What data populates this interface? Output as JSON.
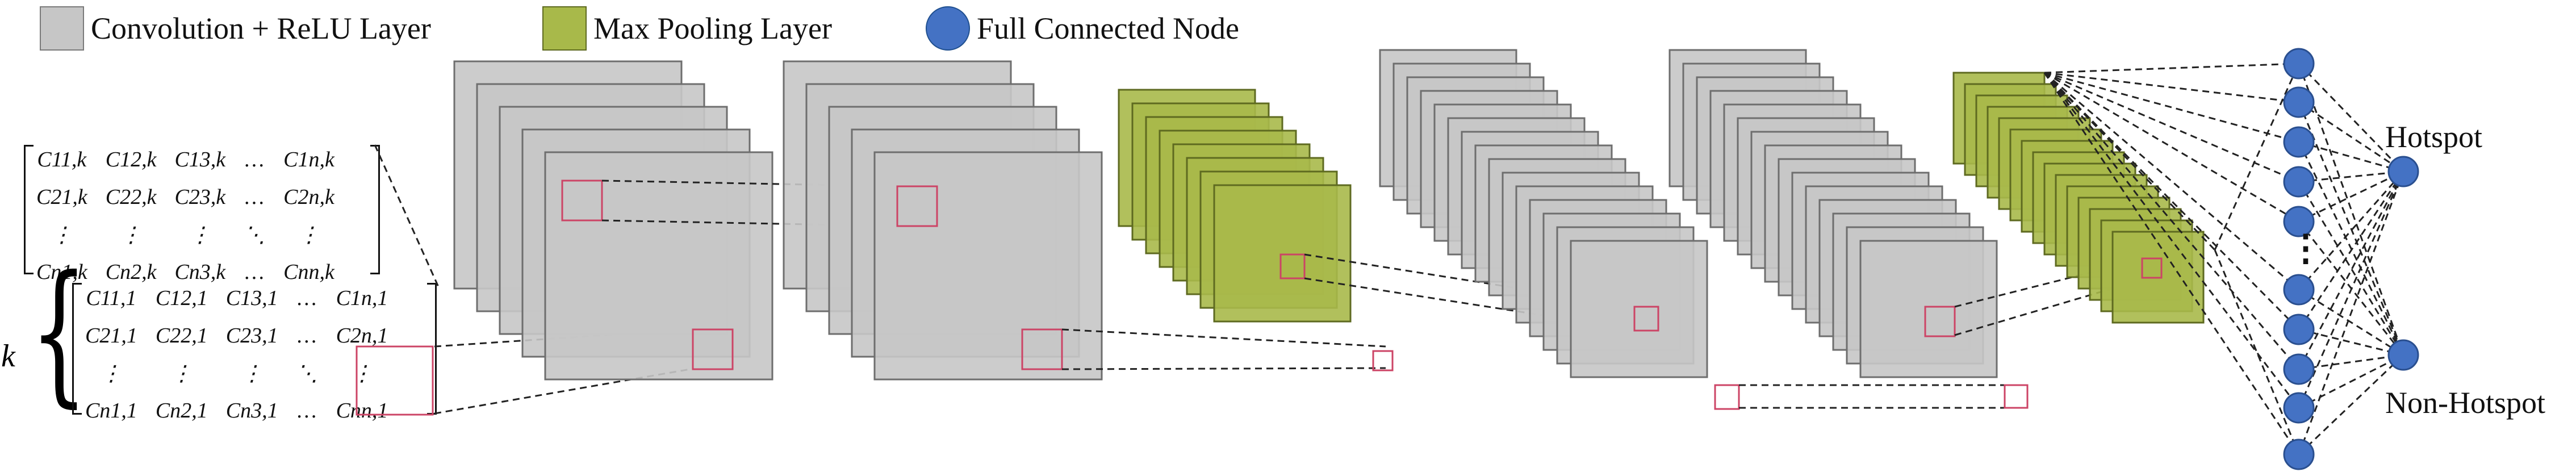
{
  "legend": {
    "conv_label": "Convolution + ReLU Layer",
    "pool_label": "Max Pooling Layer",
    "fc_label": "Full Connected Node"
  },
  "colors": {
    "conv_fill": "#c6c6c6",
    "conv_stroke": "#6e6e6e",
    "pool_fill": "#a8b94a",
    "pool_stroke": "#5e6a20",
    "node_fill": "#4472c4",
    "node_stroke": "#2a4f8f",
    "highlight": "#cc4466"
  },
  "outputs": {
    "hotspot": "Hotspot",
    "non_hotspot": "Non-Hotspot"
  },
  "fc_ellipsis": "⋮",
  "k_label": "k",
  "matrix_k": {
    "rows": [
      [
        "C11,k",
        "C12,k",
        "C13,k",
        "…",
        "C1n,k"
      ],
      [
        "C21,k",
        "C22,k",
        "C23,k",
        "…",
        "C2n,k"
      ],
      [
        "⋮",
        "⋮",
        "⋮",
        "⋱",
        "⋮"
      ],
      [
        "Cn1,k",
        "Cn2,k",
        "Cn3,k",
        "…",
        "Cnn,k"
      ]
    ]
  },
  "matrix_1": {
    "rows": [
      [
        "C11,1",
        "C12,1",
        "C13,1",
        "…",
        "C1n,1"
      ],
      [
        "C21,1",
        "C22,1",
        "C23,1",
        "…",
        "C2n,1"
      ],
      [
        "⋮",
        "⋮",
        "⋮",
        "⋱",
        "⋮"
      ],
      [
        "Cn1,1",
        "Cn2,1",
        "Cn3,1",
        "…",
        "Cnn,1"
      ]
    ]
  }
}
